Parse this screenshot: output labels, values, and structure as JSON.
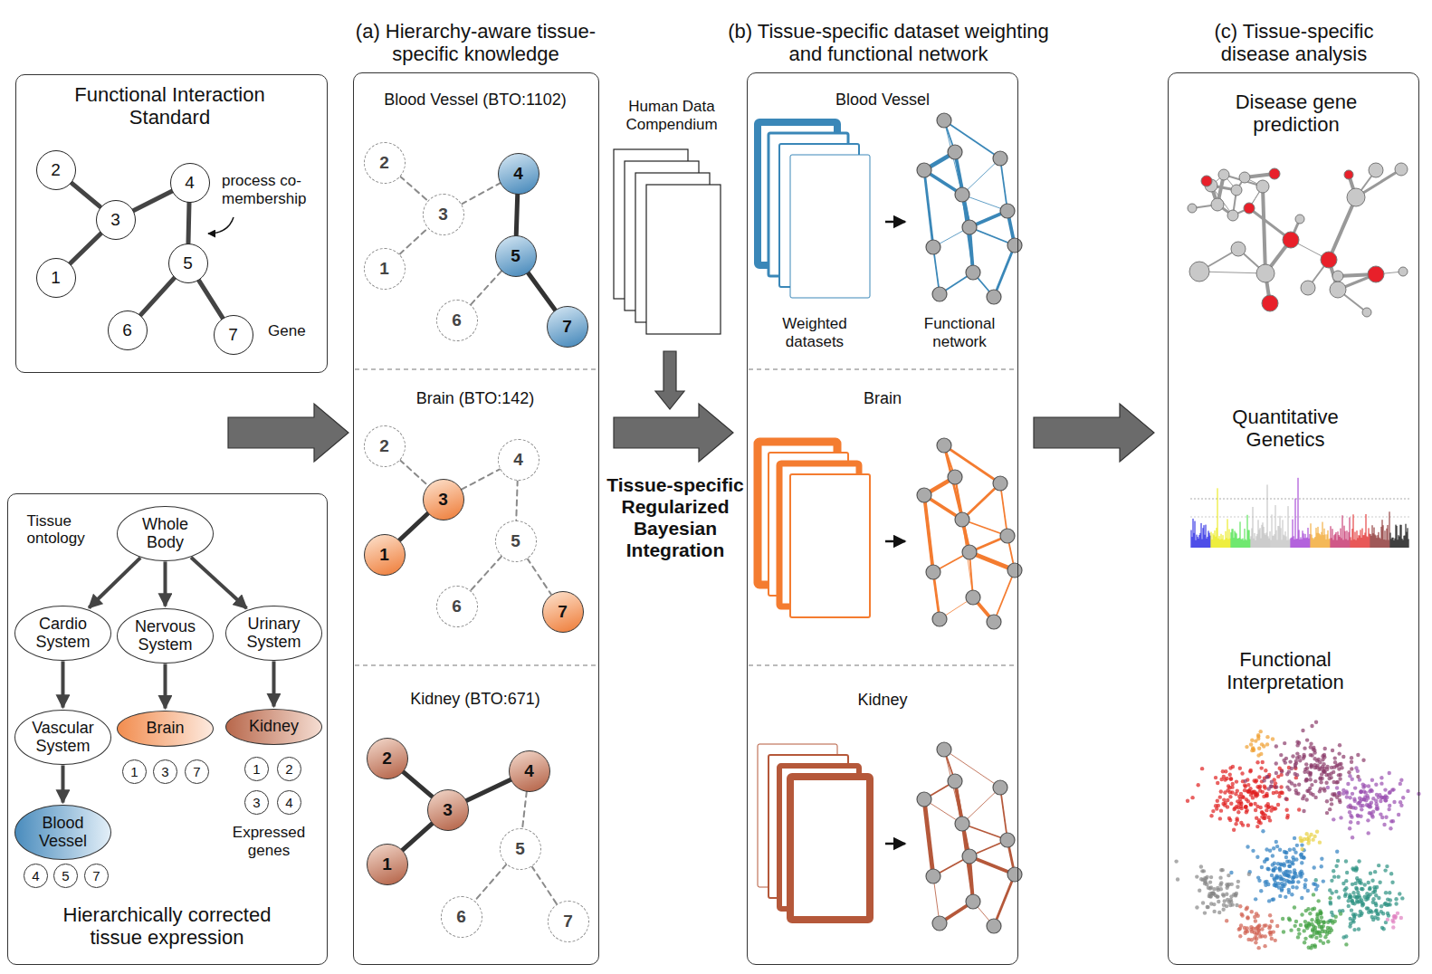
{
  "diagram": {
    "nodes": [
      {
        "text": [
          "Functional Interaction Standard"
        ]
      },
      {
        "text": [
          "1"
        ],
        "in": 0
      },
      {
        "text": [
          "2"
        ],
        "in": 0
      },
      {
        "text": [
          "3"
        ],
        "in": 0
      },
      {
        "text": [
          "4"
        ],
        "in": 0
      },
      {
        "text": [
          "5"
        ],
        "in": 0
      },
      {
        "text": [
          "6"
        ],
        "in": 0
      },
      {
        "text": [
          "7"
        ],
        "in": 0
      },
      {
        "text": [
          "Tissue ontology",
          "Hierarchically corrected tissue expression"
        ]
      },
      {
        "text": [
          "Whole Body"
        ],
        "in": 8
      },
      {
        "text": [
          "Cardio System"
        ],
        "in": 8
      },
      {
        "text": [
          "Nervous System"
        ],
        "in": 8
      },
      {
        "text": [
          "Urinary System"
        ],
        "in": 8
      },
      {
        "text": [
          "Vascular System"
        ],
        "in": 8
      },
      {
        "text": [
          "Brain"
        ],
        "in": 8
      },
      {
        "text": [
          "Kidney"
        ],
        "in": 8
      },
      {
        "text": [
          "Blood Vessel"
        ],
        "in": 8
      },
      {
        "text": [
          "1"
        ],
        "in": 8
      },
      {
        "text": [
          "3"
        ],
        "in": 8
      },
      {
        "text": [
          "7"
        ],
        "in": 8
      },
      {
        "text": [
          "1"
        ],
        "in": 8
      },
      {
        "text": [
          "2"
        ],
        "in": 8
      },
      {
        "text": [
          "3"
        ],
        "in": 8
      },
      {
        "text": [
          "4"
        ],
        "in": 8
      },
      {
        "text": [
          "4"
        ],
        "in": 8
      },
      {
        "text": [
          "5"
        ],
        "in": 8
      },
      {
        "text": [
          "7"
        ],
        "in": 8
      },
      {
        "text": [
          "(a) Hierarchy-aware tissue-specific knowledge"
        ]
      },
      {
        "text": [
          "1"
        ],
        "in": 27
      },
      {
        "text": [
          "2"
        ],
        "in": 27
      },
      {
        "text": [
          "3"
        ],
        "in": 27
      },
      {
        "text": [
          "4"
        ],
        "in": 27
      },
      {
        "text": [
          "5"
        ],
        "in": 27
      },
      {
        "text": [
          "6"
        ],
        "in": 27
      },
      {
        "text": [
          "7"
        ],
        "in": 27
      },
      {
        "text": [
          "1"
        ],
        "in": 27
      },
      {
        "text": [
          "2"
        ],
        "in": 27
      },
      {
        "text": [
          "3"
        ],
        "in": 27
      },
      {
        "text": [
          "4"
        ],
        "in": 27
      },
      {
        "text": [
          "5"
        ],
        "in": 27
      },
      {
        "text": [
          "6"
        ],
        "in": 27
      },
      {
        "text": [
          "7"
        ],
        "in": 27
      },
      {
        "text": [
          "1"
        ],
        "in": 27
      },
      {
        "text": [
          "2"
        ],
        "in": 27
      },
      {
        "text": [
          "3"
        ],
        "in": 27
      },
      {
        "text": [
          "4"
        ],
        "in": 27
      },
      {
        "text": [
          "5"
        ],
        "in": 27
      },
      {
        "text": [
          "6"
        ],
        "in": 27
      },
      {
        "text": [
          "7"
        ],
        "in": 27
      },
      {
        "text": [
          "(b) Tissue-specific dataset weighting and functional network"
        ]
      },
      {
        "text": [
          "(c) Tissue-specific disease analysis"
        ]
      }
    ],
    "edges": [
      {
        "from": 2,
        "to": 3,
        "arrow": "none"
      },
      {
        "from": 1,
        "to": 3,
        "arrow": "none"
      },
      {
        "from": 3,
        "to": 4,
        "arrow": "none"
      },
      {
        "from": 4,
        "to": 5,
        "arrow": "none"
      },
      {
        "from": 5,
        "to": 6,
        "arrow": "none"
      },
      {
        "from": 5,
        "to": 7,
        "arrow": "none"
      },
      {
        "from": 9,
        "to": 10,
        "arrow": "to"
      },
      {
        "from": 9,
        "to": 11,
        "arrow": "to"
      },
      {
        "from": 9,
        "to": 12,
        "arrow": "to"
      },
      {
        "from": 10,
        "to": 13,
        "arrow": "to"
      },
      {
        "from": 11,
        "to": 14,
        "arrow": "to"
      },
      {
        "from": 12,
        "to": 15,
        "arrow": "to"
      },
      {
        "from": 13,
        "to": 16,
        "arrow": "to"
      },
      {
        "from": 29,
        "to": 30,
        "arrow": "none"
      },
      {
        "from": 28,
        "to": 30,
        "arrow": "none"
      },
      {
        "from": 30,
        "to": 31,
        "arrow": "none"
      },
      {
        "from": 31,
        "to": 32,
        "arrow": "none"
      },
      {
        "from": 32,
        "to": 33,
        "arrow": "none"
      },
      {
        "from": 32,
        "to": 34,
        "arrow": "none"
      },
      {
        "from": 36,
        "to": 37,
        "arrow": "none"
      },
      {
        "from": 35,
        "to": 37,
        "arrow": "none"
      },
      {
        "from": 37,
        "to": 38,
        "arrow": "none"
      },
      {
        "from": 38,
        "to": 39,
        "arrow": "none"
      },
      {
        "from": 39,
        "to": 40,
        "arrow": "none"
      },
      {
        "from": 39,
        "to": 41,
        "arrow": "none"
      },
      {
        "from": 43,
        "to": 44,
        "arrow": "none"
      },
      {
        "from": 42,
        "to": 44,
        "arrow": "none"
      },
      {
        "from": 44,
        "to": 45,
        "arrow": "none"
      },
      {
        "from": 45,
        "to": 46,
        "arrow": "none"
      },
      {
        "from": 46,
        "to": 47,
        "arrow": "none"
      },
      {
        "from": 46,
        "to": 48,
        "arrow": "none"
      }
    ],
    "labels": [
      "process co-membership",
      "Gene",
      "Expressed genes",
      "Blood Vessel (BTO:1102)",
      "Brain (BTO:142)",
      "Kidney (BTO:671)",
      "Human Data Compendium",
      "Tissue-specific Regularized Bayesian Integration",
      "Blood Vessel",
      "Weighted datasets",
      "Functional network",
      "Brain",
      "Kidney",
      "Disease gene prediction",
      "Quantitative Genetics",
      "Functional Interpretation"
    ]
  }
}
